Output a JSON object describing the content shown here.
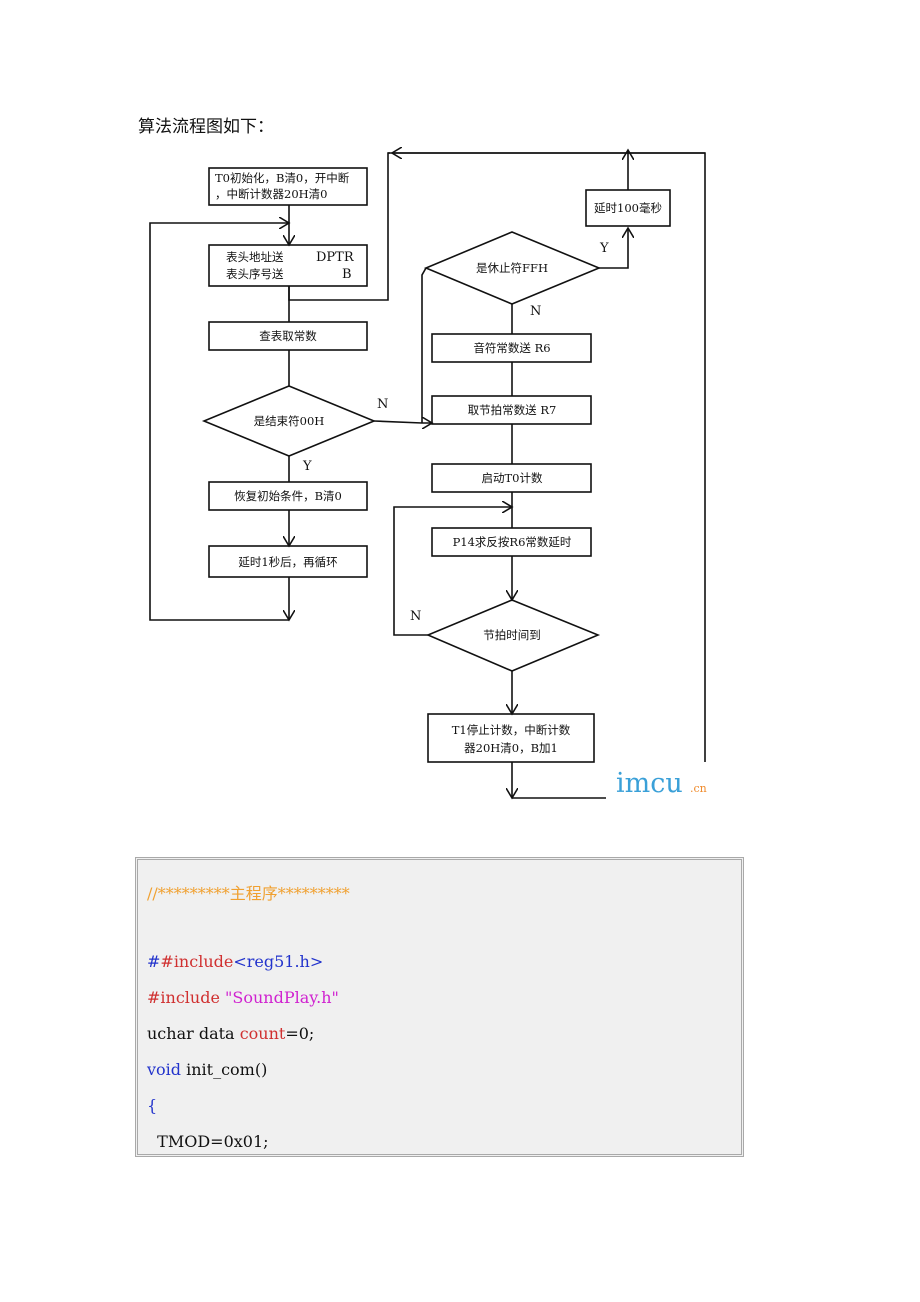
{
  "doc": {
    "intro": "算法流程图如下："
  },
  "flowchart": {
    "box_init_1": "T0初始化，B清0，开中断",
    "box_init_2": "，中断计数器20H清0",
    "box_table_1a": "表头地址送",
    "box_table_1b": "DPTR",
    "box_table_2a": "表头序号送",
    "box_table_2b": "B",
    "box_lookup": "查表取常数",
    "dec_end": "是结束符00H",
    "box_restore": "恢复初始条件，B清0",
    "box_delay1s": "延时1秒后，再循环",
    "dec_stop": "是休止符FFH",
    "box_delay100": "延时100毫秒",
    "box_note": "音符常数送 R6",
    "box_beat": "取节拍常数送 R7",
    "box_start": "启动T0计数",
    "box_p14": "P14求反按R6常数延时",
    "dec_beat_time": "节拍时间到",
    "box_t1_1": "T1停止计数，中断计数",
    "box_t1_2": "器20H清0，B加1",
    "label_n1": "N",
    "label_y1": "Y",
    "label_y2": "Y",
    "label_n2": "N",
    "label_n3": "N",
    "watermark_a": "imcu",
    "watermark_b": ".cn"
  },
  "code": {
    "line1": "//*********主程序*********",
    "line2_kw": "#include",
    "line2_rest": "<reg51.h>",
    "line3_kw": "#include",
    "line3_str": " \"SoundPlay.h\"",
    "line4_a": "uchar data ",
    "line4_b": "count",
    "line4_c": "=0;",
    "line5_kw": "void",
    "line5_rest": " init_com()",
    "line6": "{",
    "line7": "  TMOD=0x01;"
  },
  "colors": {
    "comment": "#f0a030",
    "keyword": "#2233cc",
    "identifier": "#d03030",
    "string": "#d022d0",
    "code_bg": "#f0f0f0",
    "watermark": "#3aa0d8"
  }
}
